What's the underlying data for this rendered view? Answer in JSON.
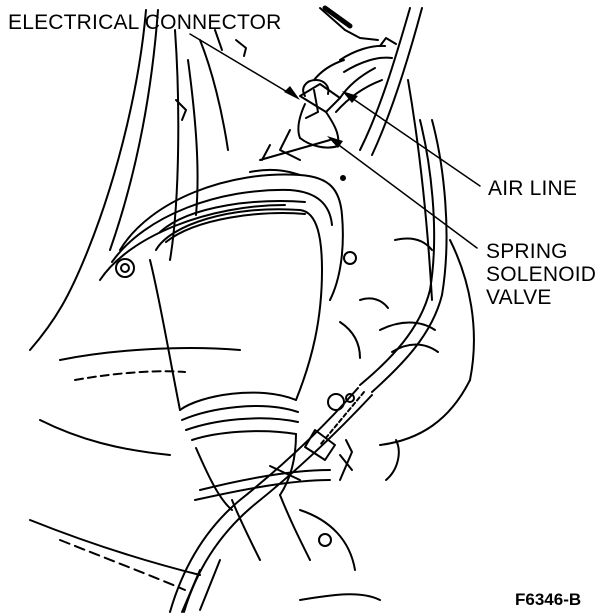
{
  "callouts": {
    "electrical_connector": "ELECTRICAL CONNECTOR",
    "air_line": "AIR LINE",
    "spring_solenoid_valve": [
      "SPRING",
      "SOLENOID",
      "VALVE"
    ]
  },
  "figure_code": "F6346-B",
  "colors": {
    "ink": "#000000",
    "paper": "#ffffff"
  }
}
